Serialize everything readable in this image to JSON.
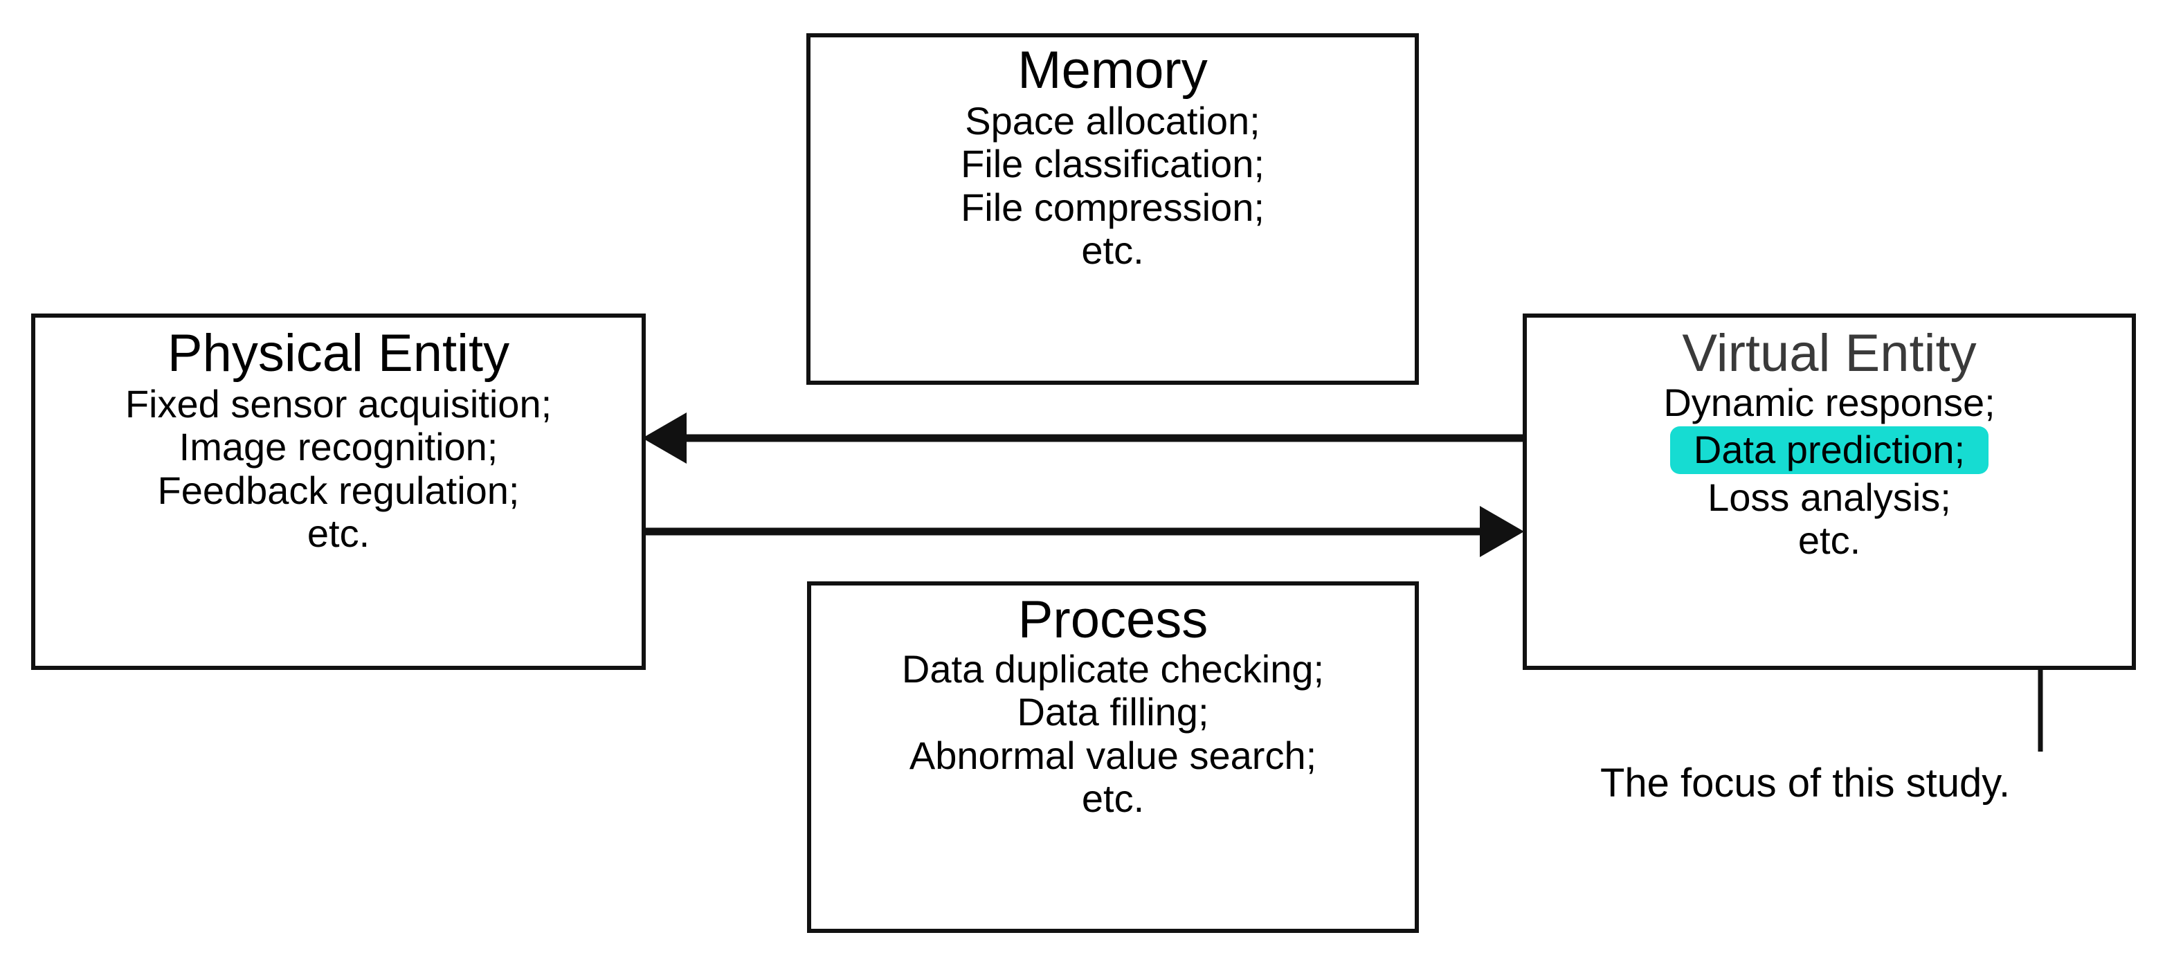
{
  "diagram": {
    "title": "Digital twin physical-virtual entity interaction diagram",
    "accent_color": "#16DCD2",
    "line_color": "#111111",
    "background": "#ffffff"
  },
  "nodes": {
    "memory": {
      "title": "Memory",
      "lines": [
        "Space allocation;",
        "File classification;",
        "File compression;",
        "etc."
      ]
    },
    "physical": {
      "title": "Physical Entity",
      "lines": [
        "Fixed sensor acquisition;",
        "Image recognition;",
        "Feedback regulation;",
        "etc."
      ]
    },
    "virtual": {
      "title": "Virtual Entity",
      "lines": [
        "Dynamic response;",
        "Data prediction;",
        "Loss analysis;",
        "etc."
      ],
      "highlighted_line_index": 1
    },
    "process": {
      "title": "Process",
      "lines": [
        "Data duplicate checking;",
        "Data filling;",
        "Abnormal value search;",
        "etc."
      ]
    }
  },
  "connectors": [
    {
      "name": "virtual-to-physical",
      "direction": "left",
      "from": "Virtual Entity",
      "to": "Physical Entity"
    },
    {
      "name": "physical-to-virtual",
      "direction": "right",
      "from": "Physical Entity",
      "to": "Virtual Entity"
    }
  ],
  "annotation": {
    "text": "The focus of this study.",
    "points_to": "Data prediction;"
  }
}
